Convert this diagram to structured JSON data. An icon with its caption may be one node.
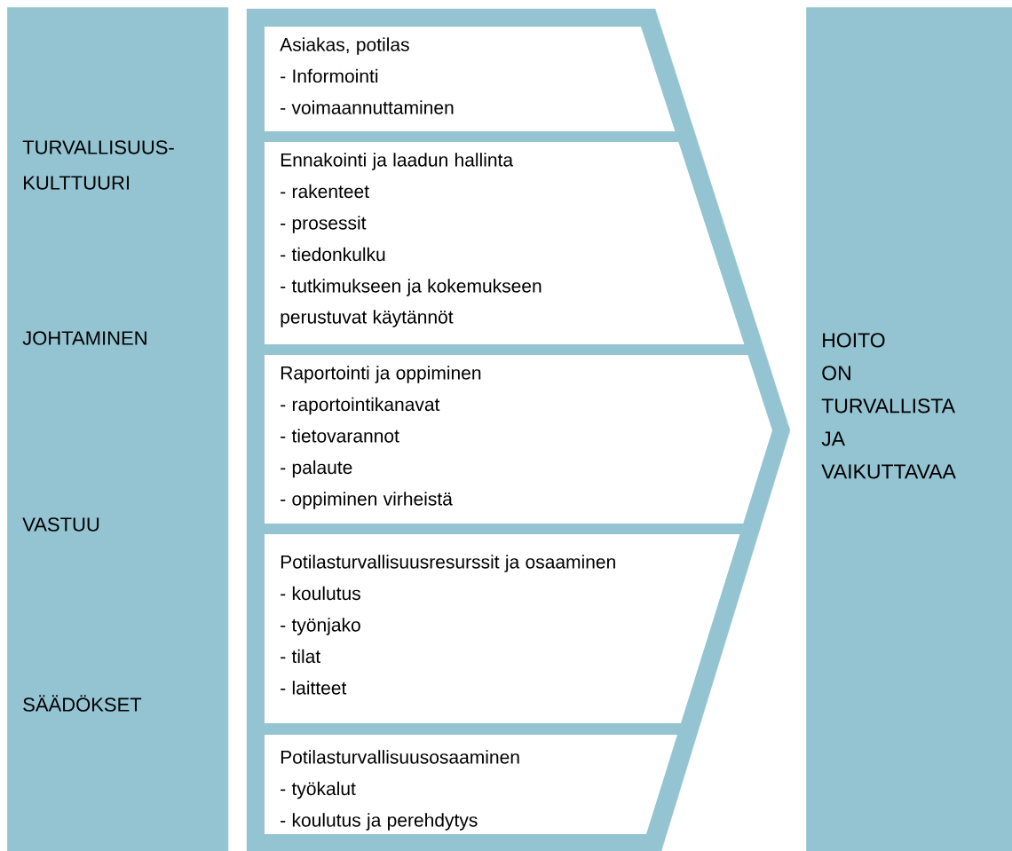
{
  "diagram": {
    "nodes": [
      {
        "text": [
          "TURVALLISUUS- KULTTUURI",
          "JOHTAMINEN",
          "VASTUU",
          "SÄÄDÖKSET"
        ]
      },
      {
        "text": [],
        "shape": "chevron"
      },
      {
        "text": [
          "Asiakas, potilas",
          "- Informointi",
          "- voimaannuttaminen"
        ],
        "in": 1
      },
      {
        "text": [
          "Ennakointi ja laadun hallinta",
          "- rakenteet",
          "- prosessit",
          "- tiedonkulku",
          "- tutkimukseen ja kokemukseen perustuvat käytännöt"
        ],
        "in": 1
      },
      {
        "text": [
          "Raportointi ja oppiminen",
          "- raportointikanavat",
          "- tietovarannot",
          "- palaute",
          "- oppiminen virheistä"
        ],
        "in": 1
      },
      {
        "text": [
          "Potilasturvallisuusresurssit ja osaaminen",
          "- koulutus",
          "- työnjako",
          "- tilat",
          "- laitteet"
        ],
        "in": 1
      },
      {
        "text": [
          "Potilasturvallisuusosaaminen",
          "- työkalut",
          "- koulutus ja perehdytys"
        ],
        "in": 1
      },
      {
        "text": [
          "HOITO ON TURVALLISTA JA VAIKUTTAVAA"
        ]
      }
    ],
    "edges": []
  }
}
